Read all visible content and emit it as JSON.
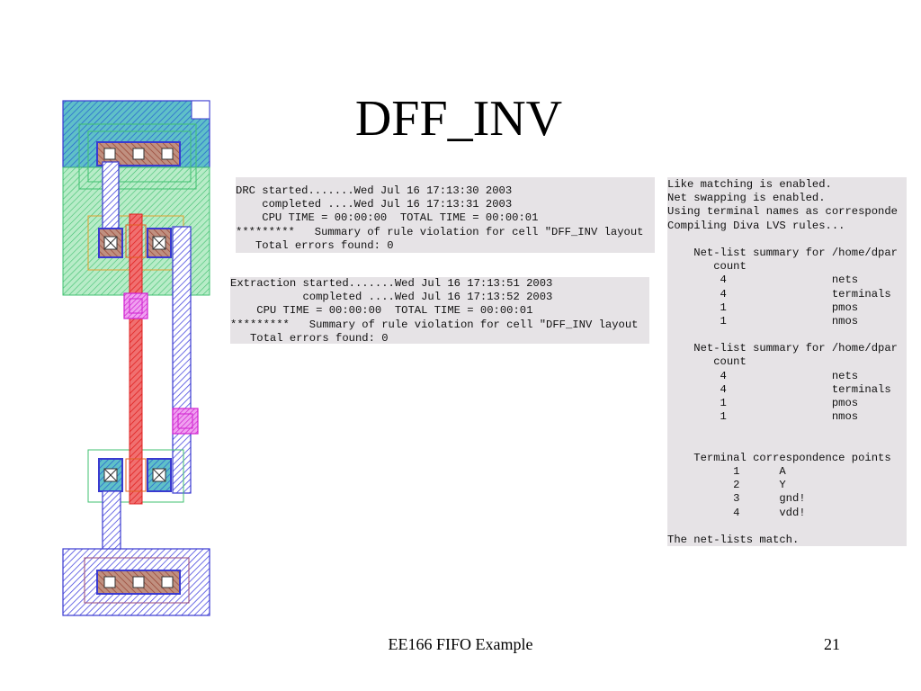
{
  "slide": {
    "title": "DFF_INV",
    "footer": "EE166 FIFO Example",
    "page_number": "21"
  },
  "drc_log": [
    "DRC started.......Wed Jul 16 17:13:30 2003",
    "    completed ....Wed Jul 16 17:13:31 2003",
    "    CPU TIME = 00:00:00  TOTAL TIME = 00:00:01",
    "*********   Summary of rule violation for cell \"DFF_INV layout",
    "   Total errors found: 0"
  ],
  "extraction_log": [
    "Extraction started.......Wed Jul 16 17:13:51 2003",
    "           completed ....Wed Jul 16 17:13:52 2003",
    "    CPU TIME = 00:00:00  TOTAL TIME = 00:00:01",
    "*********   Summary of rule violation for cell \"DFF_INV layout",
    "   Total errors found: 0"
  ],
  "lvs_log": [
    "Like matching is enabled.",
    "Net swapping is enabled.",
    "Using terminal names as corresponde",
    "Compiling Diva LVS rules...",
    "",
    "    Net-list summary for /home/dpar",
    "       count",
    "        4                nets",
    "        4                terminals",
    "        1                pmos",
    "        1                nmos",
    "",
    "    Net-list summary for /home/dpar",
    "       count",
    "        4                nets",
    "        4                terminals",
    "        1                pmos",
    "        1                nmos",
    "",
    "",
    "    Terminal correspondence points",
    "          1      A",
    "          2      Y",
    "          3      gnd!",
    "          4      vdd!",
    "",
    "The net-lists match."
  ],
  "colors": {
    "metal1": "#3a3ad0",
    "nwell": "#3cc070",
    "poly": "#e03030",
    "diffusion": "#a06040",
    "contact": "#ffffff",
    "via": "#d030d0",
    "terminal_bg": "#e6e3e6"
  }
}
